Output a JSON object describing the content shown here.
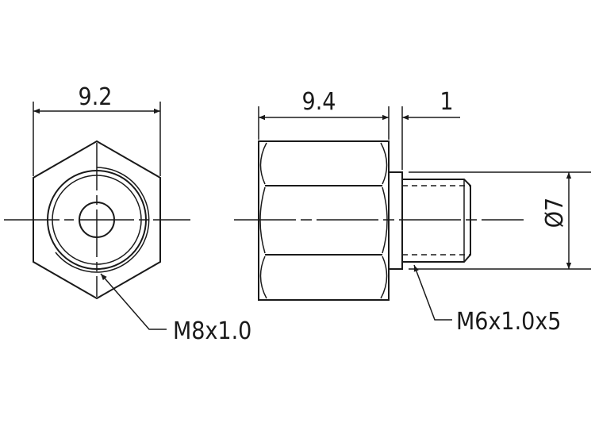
{
  "dimensions": {
    "front_width": "9.2",
    "side_length": "9.4",
    "flange": "1",
    "diameter": "Ø7"
  },
  "callouts": {
    "inner_thread": "M8x1.0",
    "outer_thread": "M6x1.0x5"
  },
  "colors": {
    "line": "#1a1a1a",
    "background": "#ffffff"
  }
}
